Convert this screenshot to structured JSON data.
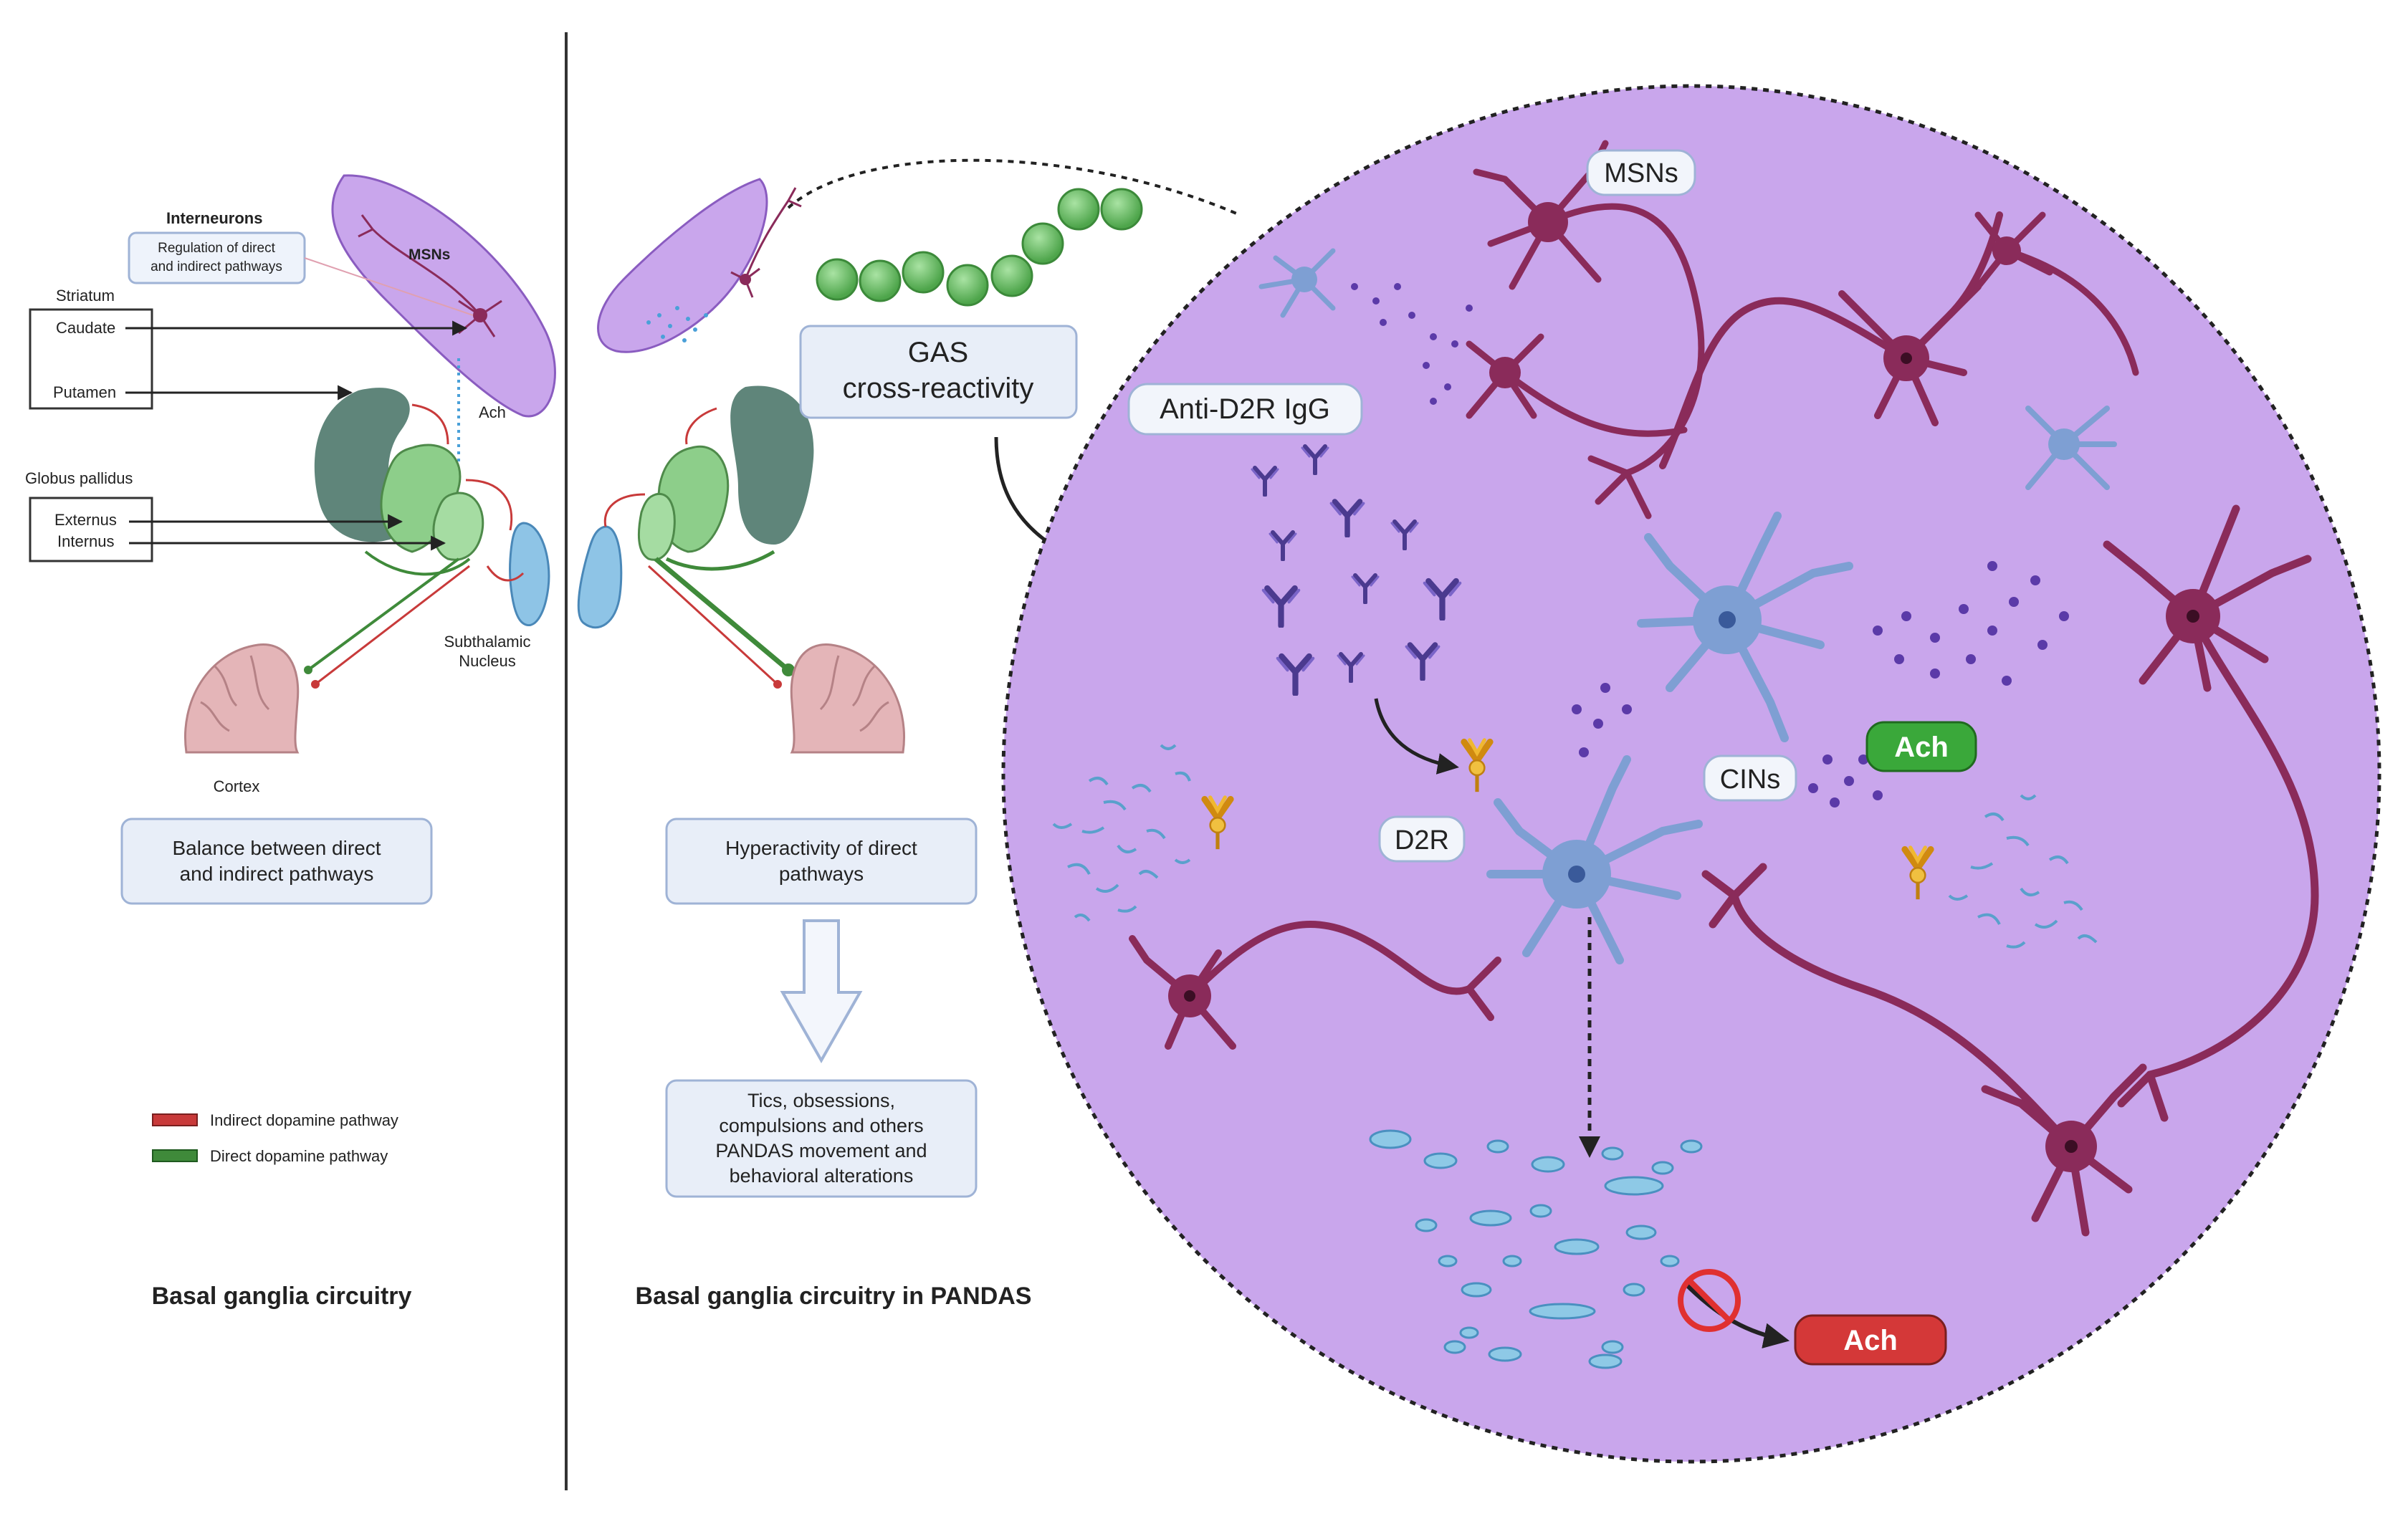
{
  "left_panel": {
    "interneurons_title": "Interneurons",
    "interneurons_box_line1": "Regulation of direct",
    "interneurons_box_line2": "and indirect pathways",
    "msns": "MSNs",
    "striatum": "Striatum",
    "caudate": "Caudate",
    "putamen": "Putamen",
    "ach": "Ach",
    "globus_pallidus": "Globus pallidus",
    "externus": "Externus",
    "internus": "Internus",
    "subthalamic_line1": "Subthalamic",
    "subthalamic_line2": "Nucleus",
    "cortex": "Cortex",
    "balance_line1": "Balance between direct",
    "balance_line2": "and indirect pathways",
    "legend_indirect": "Indirect dopamine pathway",
    "legend_direct": "Direct dopamine pathway",
    "caption": "Basal ganglia circuitry"
  },
  "middle_panel": {
    "gas_line1": "GAS",
    "gas_line2": "cross-reactivity",
    "hyper_line1": "Hyperactivity of direct",
    "hyper_line2": "pathways",
    "tics_line1": "Tics, obsessions,",
    "tics_line2": "compulsions and others",
    "tics_line3": "PANDAS movement and",
    "tics_line4": "behavioral alterations",
    "caption": "Basal ganglia circuitry in PANDAS"
  },
  "circle": {
    "msns": "MSNs",
    "anti_d2r": "Anti-D2R IgG",
    "cins": "CINs",
    "d2r": "D2R",
    "ach_green": "Ach",
    "ach_red": "Ach"
  },
  "colors": {
    "circle_fill": "#c9a6ec",
    "msn_neuron": "#8a2b5a",
    "cin_neuron": "#7e9fd3",
    "green_pathway": "#3f8a3a",
    "red_pathway": "#c83a3a",
    "box_fill": "#e8eef8",
    "box_stroke": "#9fb3d6",
    "ach_green": "#3aa83a",
    "ach_red": "#d43838",
    "bacteria": "#6fc16f",
    "antibody": "#4b3a8f",
    "receptor": "#e0a020",
    "vesicle": "#8ec9e6"
  }
}
